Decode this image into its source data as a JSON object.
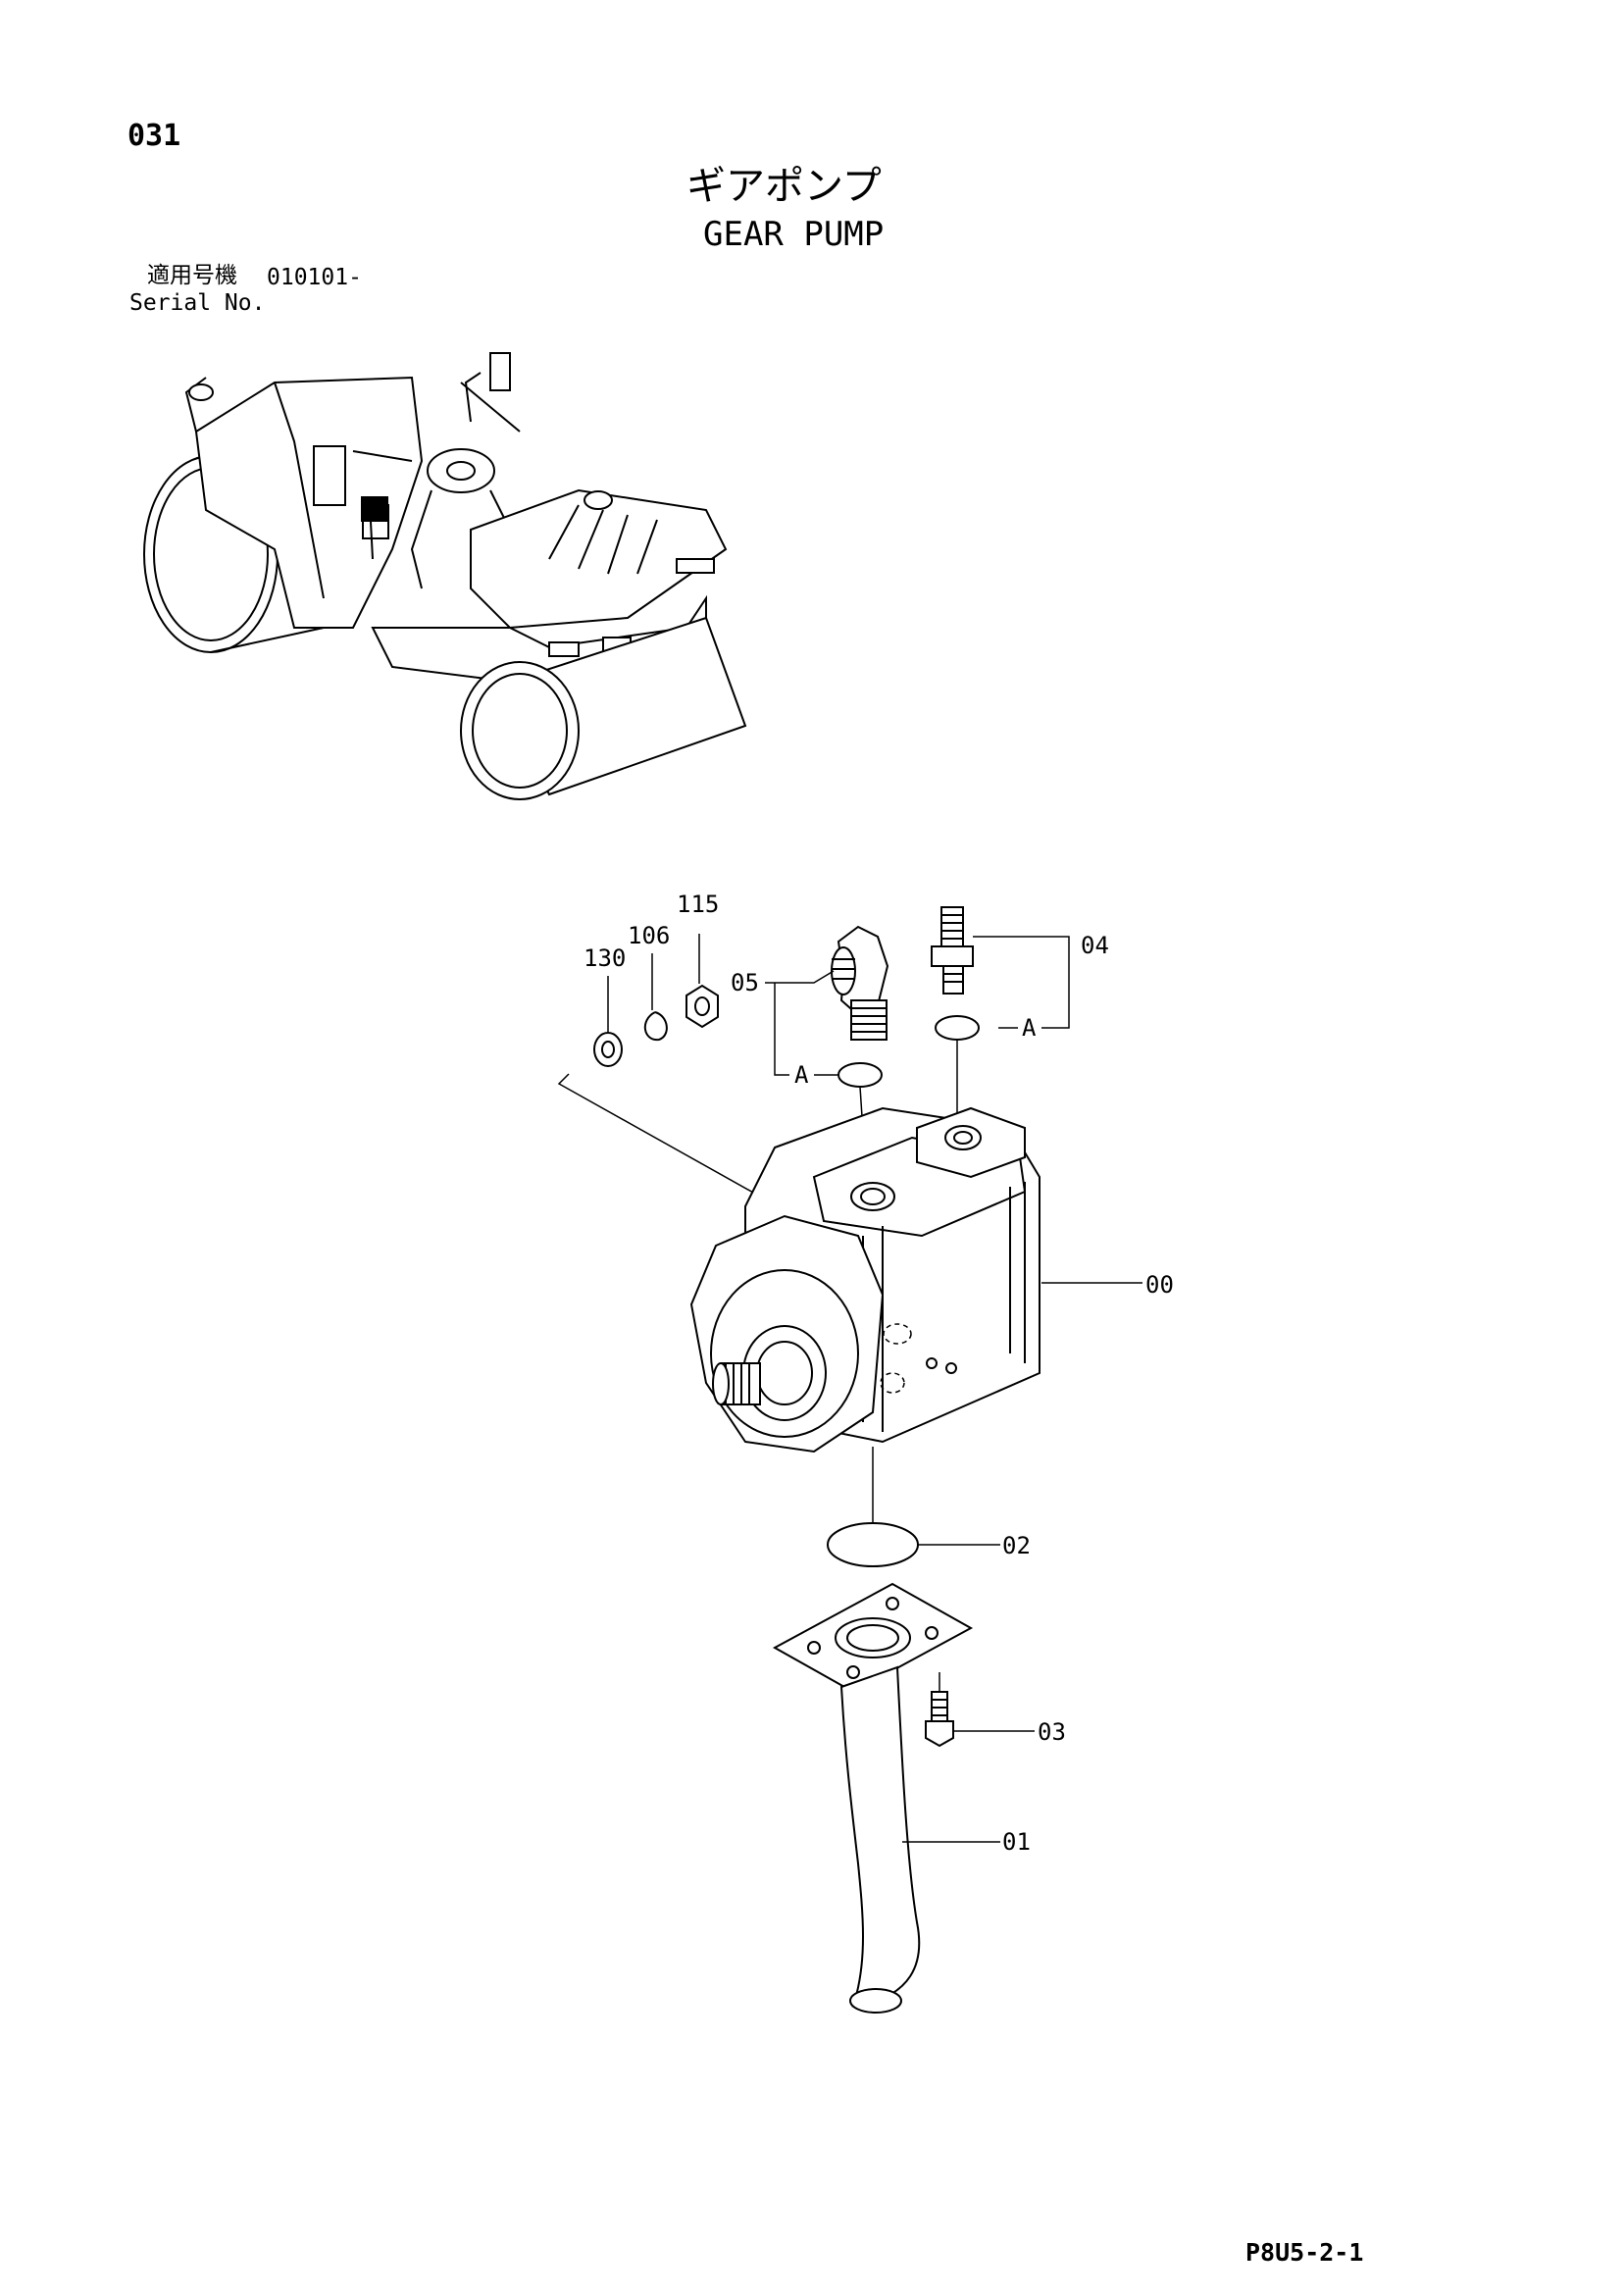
{
  "page": {
    "number": "031",
    "title_jp": "ギアポンプ",
    "title_en": "GEAR PUMP",
    "serial_label_jp": "適用号機",
    "serial_value": "010101-",
    "serial_label_en": "Serial No.",
    "sheet_code": "P8U5-2-1"
  },
  "callouts": {
    "c00": "00",
    "c01": "01",
    "c02": "02",
    "c03": "03",
    "c04": "04",
    "c05": "05",
    "c106": "106",
    "c115": "115",
    "c130": "130",
    "a_left": "A",
    "a_right": "A"
  },
  "colors": {
    "ink": "#000000",
    "paper": "#ffffff"
  }
}
